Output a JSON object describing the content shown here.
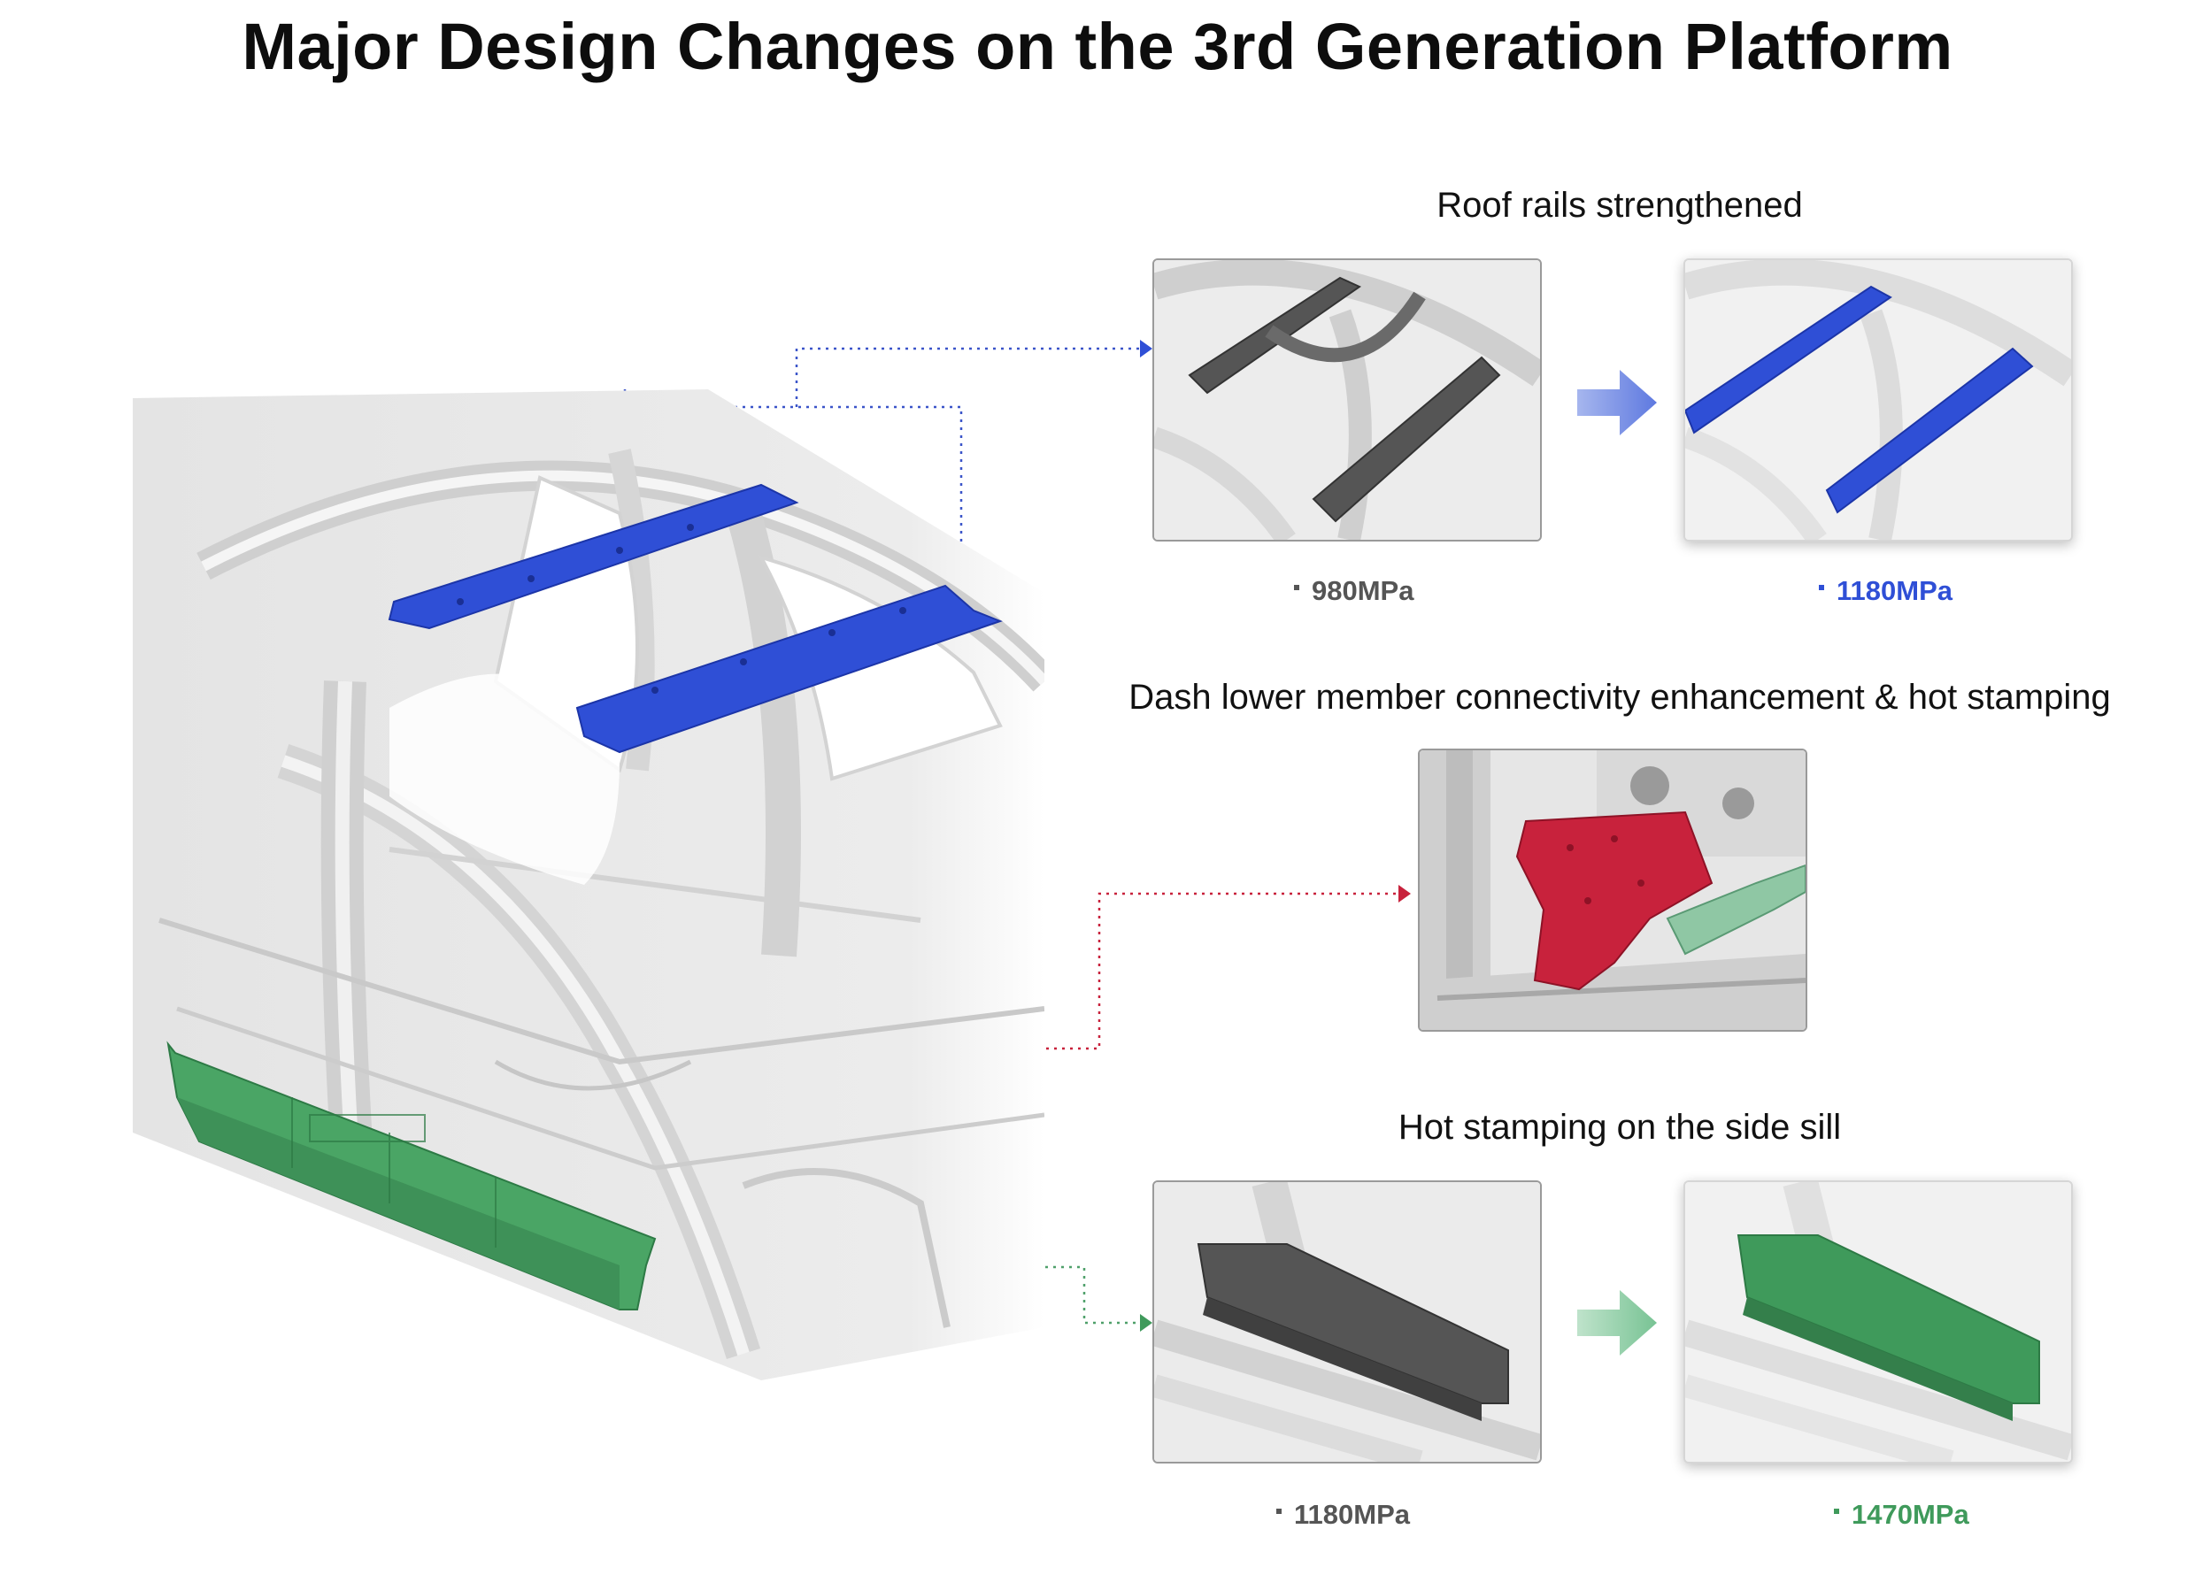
{
  "title": "Major Design Changes on the 3rd Generation Platform",
  "sections": {
    "roof": {
      "title": "Roof rails strengthened",
      "before_label": "980MPa",
      "after_label": "1180MPa"
    },
    "dash": {
      "title": "Dash lower member connectivity enhancement & hot stamping"
    },
    "sill": {
      "title": "Hot stamping on the side sill",
      "before_label": "1180MPa",
      "after_label": "1470MPa"
    }
  },
  "colors": {
    "roof_highlight": "#2f4fd6",
    "dash_highlight": "#c8223c",
    "sill_highlight": "#3f9a5b",
    "before_part": "#555555",
    "body_gray": "#e2e2e2",
    "before_caption": "#555555"
  }
}
